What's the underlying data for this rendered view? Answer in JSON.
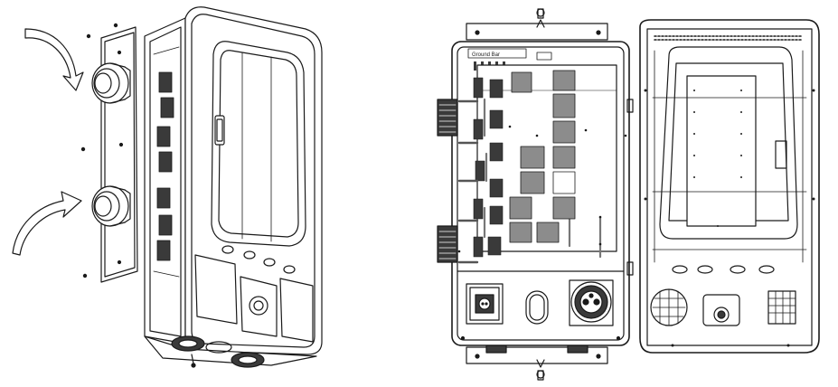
{
  "figure": {
    "left_view": "exploded-enclosure-side-panel",
    "right_view": "open-enclosure-front",
    "right_inner_label": "Ground Bar"
  },
  "colors": {
    "stroke": "#1a1a1a",
    "relay_fill": "#8c8c8c",
    "connector_fill": "#3a3a3a",
    "background": "#ffffff"
  }
}
